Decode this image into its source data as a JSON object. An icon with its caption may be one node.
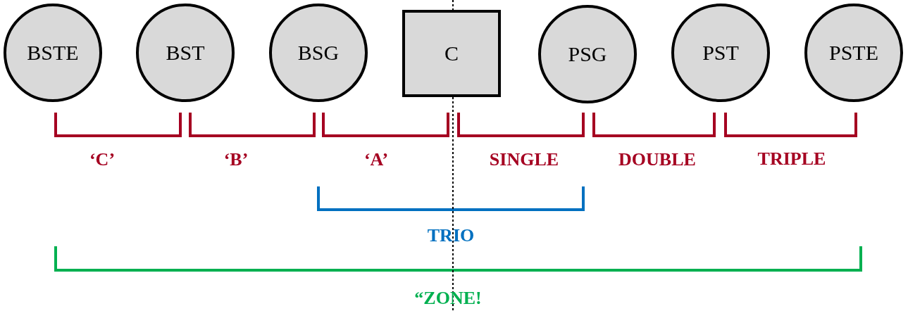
{
  "diagram": {
    "nodes": [
      {
        "text": [
          "BSTE"
        ]
      },
      {
        "text": [
          "BST"
        ]
      },
      {
        "text": [
          "BSG"
        ]
      },
      {
        "text": [
          "C"
        ]
      },
      {
        "text": [
          "PSG"
        ]
      },
      {
        "text": [
          "PST"
        ]
      },
      {
        "text": [
          "PSTE"
        ]
      }
    ],
    "labels": [
      "‘C’",
      "‘B’",
      "‘A’",
      "SINGLE",
      "DOUBLE",
      "TRIPLE",
      "TRIO",
      "“ZONE!"
    ]
  }
}
